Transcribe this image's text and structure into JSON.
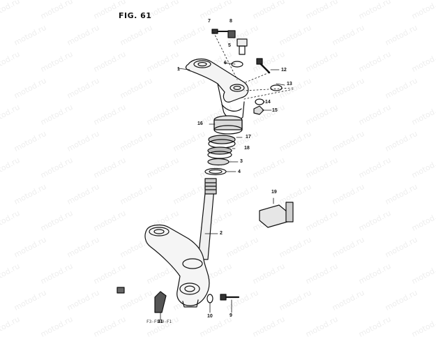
{
  "figure": {
    "title": "FIG. 61",
    "footer_code": "F3-F9F0-F1"
  },
  "watermark_text": "motod.ru",
  "callouts": [
    "7",
    "8",
    "5",
    "6",
    "1",
    "12",
    "13",
    "14",
    "15",
    "16",
    "17",
    "18",
    "3",
    "4",
    "19",
    "2",
    "9",
    "10",
    "11"
  ],
  "colors": {
    "ink": "#111111",
    "paper": "#ffffff"
  }
}
